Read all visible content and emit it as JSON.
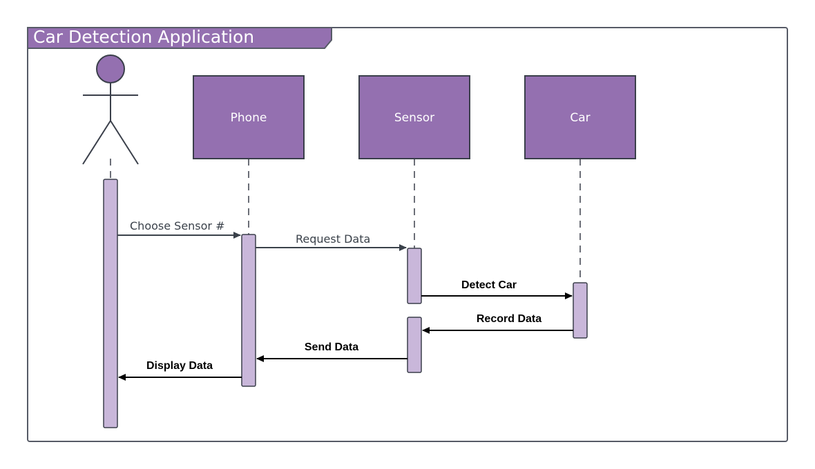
{
  "diagram": {
    "title": "Car Detection Application",
    "colors": {
      "accent": "#9470b0",
      "activation": "#c9b7da",
      "stroke": "#3a3f4a",
      "frame": "#565a66"
    },
    "actor": {
      "icon": "stick-figure-icon"
    },
    "lifelines": [
      {
        "label": "Phone"
      },
      {
        "label": "Sensor"
      },
      {
        "label": "Car"
      }
    ],
    "messages": [
      {
        "label": "Choose Sensor #"
      },
      {
        "label": "Request Data"
      },
      {
        "label": "Detect Car"
      },
      {
        "label": "Record Data"
      },
      {
        "label": "Send Data"
      },
      {
        "label": "Display Data"
      }
    ]
  }
}
